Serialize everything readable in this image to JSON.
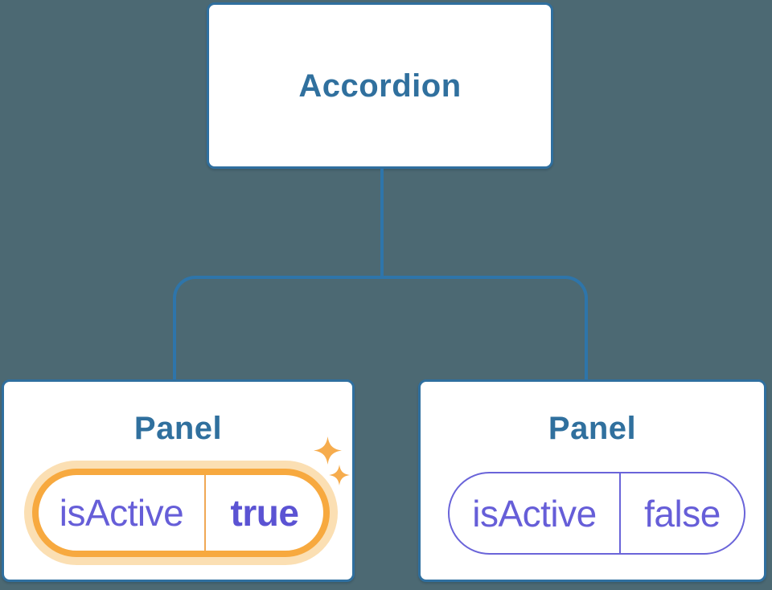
{
  "diagram": {
    "title_node": {
      "label": "Accordion"
    },
    "panels": [
      {
        "title": "Panel",
        "prop_name": "isActive",
        "prop_value": "true",
        "state": "active",
        "has_sparkles": true
      },
      {
        "title": "Panel",
        "prop_name": "isActive",
        "prop_value": "false",
        "state": "inactive",
        "has_sparkles": false
      }
    ],
    "icons": {
      "sparkles": "sparkle-icon"
    },
    "colors": {
      "background": "#4c6973",
      "node_bg": "#ffffff",
      "node_border": "#2f6f9f",
      "node_text": "#30709e",
      "connector": "#2e75aa",
      "prop_text": "#665ed8",
      "prop_value_active_text": "#5b53d3",
      "prop_border_inactive": "#6a64d9",
      "active_border": "#f7a93f",
      "active_glow": "#fbdfb3",
      "active_divider": "#f0a855",
      "sparkle": "#f6ac4d"
    }
  }
}
